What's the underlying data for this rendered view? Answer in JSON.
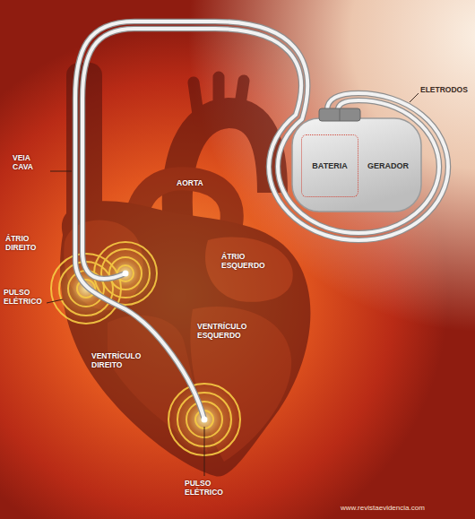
{
  "diagram": {
    "nodes": [
      {
        "text": [
          "BATERIA"
        ]
      },
      {
        "text": [
          "GERADOR"
        ]
      }
    ],
    "labels": [
      "ELETRODOS",
      "VEIA CAVA",
      "AORTA",
      "ÁTRIO DIREITO",
      "ÁTRIO ESQUERDO",
      "PULSO ELÉTRICO",
      "VENTRÍCULO DIREITO",
      "VENTRÍCULO ESQUERDO",
      "PULSO ELÉTRICO",
      "www.revistaevidencia.com"
    ]
  }
}
